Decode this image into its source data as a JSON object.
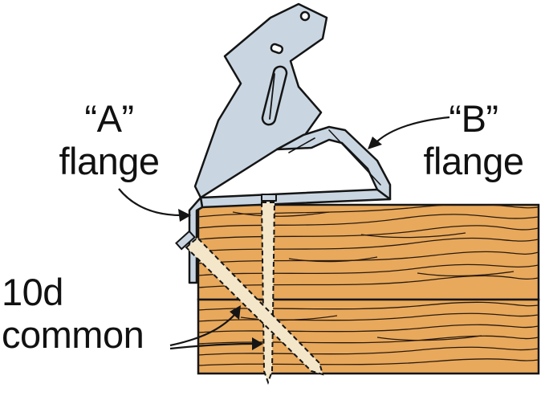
{
  "labels": {
    "flange_a": {
      "quote": "“A”",
      "word": "flange"
    },
    "flange_b": {
      "quote": "“B”",
      "word": "flange"
    },
    "nail": {
      "line1": "10d",
      "line2": "common"
    }
  },
  "colors": {
    "wood": "#E8A95C",
    "wood_grain": "#2A1A0E",
    "metal": "#C9D6E2",
    "outline": "#151515",
    "nail": "#F4E6C8",
    "text": "#111111"
  }
}
